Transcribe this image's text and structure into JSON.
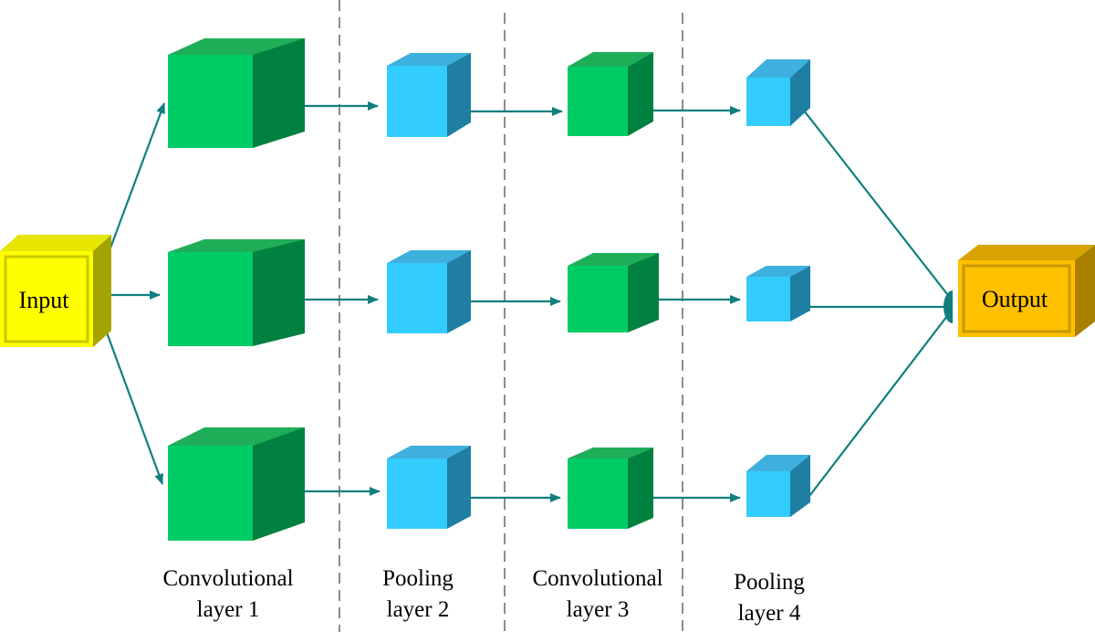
{
  "input_label": "Input",
  "output_label": "Output",
  "layers": [
    {
      "line1": "Convolutional",
      "line2": "layer 1"
    },
    {
      "line1": "Pooling",
      "line2": "layer 2"
    },
    {
      "line1": "Convolutional",
      "line2": "layer 3"
    },
    {
      "line1": "Pooling",
      "line2": "layer 4"
    }
  ],
  "colors": {
    "conv_front": "#00cc66",
    "conv_top": "#1fae58",
    "conv_side": "#008140",
    "pool_front": "#33ccff",
    "pool_top": "#3eb0de",
    "pool_side": "#1e7fa3",
    "input_front": "#ffff00",
    "input_top": "#e6e600",
    "input_side": "#a4a400",
    "output_front": "#ffc000",
    "output_top": "#d9a300",
    "output_side": "#a87f00",
    "arrow": "#0f7f7f",
    "divider": "#8c8c8c"
  }
}
